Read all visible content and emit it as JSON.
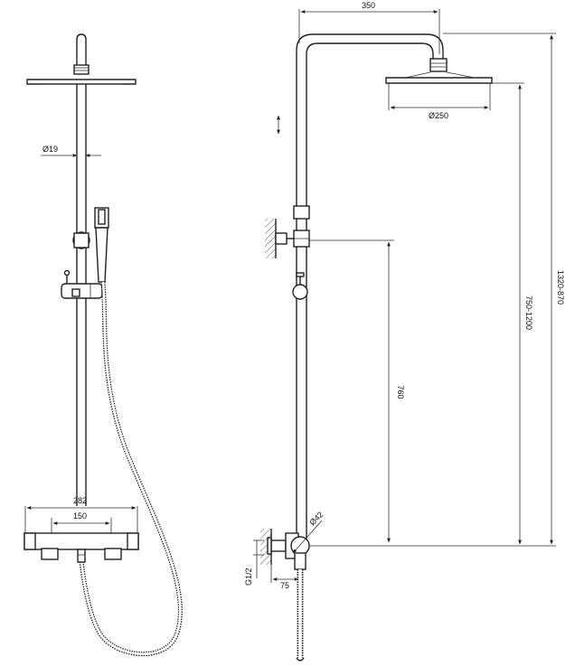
{
  "dimensions": {
    "arm_width": "350",
    "head_diameter": "Ø250",
    "pipe_diameter": "Ø19",
    "mixer_width": "282",
    "inlet_spacing": "150",
    "upper_height": "760",
    "adjust_range": "750-1200",
    "total_height": "1320-870",
    "connector_diameter": "Ø42",
    "thread": "G1/2",
    "wall_offset": "75"
  },
  "colors": {
    "line": "#222222",
    "background": "#ffffff"
  }
}
